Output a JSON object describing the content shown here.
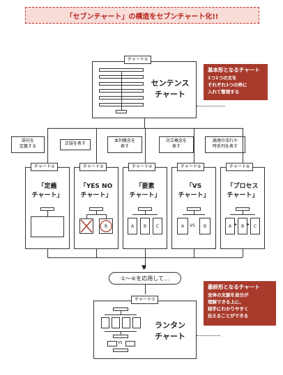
{
  "title": "「セブンチャート」の構造をセブンチャート化!!",
  "chart1": {
    "tag": "チャート①",
    "name_line1": "センテンス",
    "name_line2": "チャート",
    "note_title": "基本形となるチャート",
    "note_lines": [
      "1つ1つの文を",
      "それぞれ1つの枠に",
      "入れて整理する"
    ]
  },
  "callouts": [
    {
      "line1": "語句を",
      "line2": "定義する"
    },
    {
      "line1": "正誤を表す",
      "line2": ""
    },
    {
      "line1": "並列概念を",
      "line2": "表す"
    },
    {
      "line1": "対立概念を",
      "line2": "表す"
    },
    {
      "line1": "論理の流れや",
      "line2": "時系列を表す"
    }
  ],
  "charts": [
    {
      "tag": "チャート②",
      "line1": "「定義",
      "line2": "チャート」"
    },
    {
      "tag": "チャート③",
      "line1": "「YES NO",
      "line2": "チャート」"
    },
    {
      "tag": "チャート④",
      "line1": "「要素",
      "line2": "チャート」"
    },
    {
      "tag": "チャート⑤",
      "line1": "「VS",
      "line2": "チャート」"
    },
    {
      "tag": "チャート⑥",
      "line1": "「プロセス",
      "line2": "チャート」"
    }
  ],
  "mini_labels": {
    "b": "B",
    "a": "A",
    "c": "C",
    "vs": "VS"
  },
  "apply": "①〜⑥を応用して…",
  "chart7": {
    "tag": "チャート⑦",
    "name_line1": "ランタン",
    "name_line2": "チャート",
    "note_title": "最終形となるチャート",
    "note_lines": [
      "全体の文脈を自分が",
      "理解できる上に、",
      "相手にわかりやすく",
      "伝えることができる"
    ]
  },
  "colors": {
    "accent": "#a83a2c",
    "band": "#f7dcd7",
    "title_text": "#b8231d"
  }
}
